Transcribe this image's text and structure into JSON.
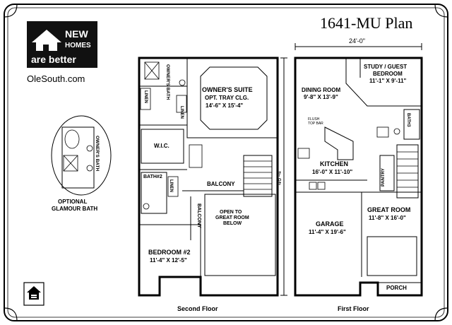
{
  "plan_title": "1641-MU Plan",
  "logo": {
    "line1": "NEW",
    "line2": "HOMES",
    "line3": "are better",
    "website": "OleSouth.com"
  },
  "dimensions": {
    "width": "24'-0\"",
    "depth": "46'-4\""
  },
  "second_floor": {
    "label": "Second Floor",
    "rooms": {
      "owners_suite": {
        "name": "OWNER'S SUITE",
        "note": "OPT. TRAY CLG.",
        "size": "14'-6\" X 15'-4\""
      },
      "owners_bath": "OWNER'S BATH",
      "linen_1": "LINEN",
      "linen_2": "LINEN",
      "linen_3": "LINEN",
      "wic": "W.I.C.",
      "bath2": "BATH#2",
      "balcony_1": "BALCONY",
      "balcony_2": "BALCONY",
      "open_to": {
        "line1": "OPEN TO",
        "line2": "GREAT ROOM",
        "line3": "BELOW"
      },
      "bedroom2": {
        "name": "BEDROOM #2",
        "size": "11'-4\" X 12'-5\""
      }
    }
  },
  "first_floor": {
    "label": "First Floor",
    "rooms": {
      "study": {
        "name": "STUDY / GUEST",
        "name2": "BEDROOM",
        "size": "11'-1\" X 9'-11\""
      },
      "dining": {
        "name": "DINING ROOM",
        "size": "9'-8\" X 13'-9\""
      },
      "flush": {
        "line1": "FLUSH",
        "line2": "TOP BAR"
      },
      "bath3": "BATH3",
      "kitchen": {
        "name": "KITCHEN",
        "size": "16'-0\" X 11'-10\""
      },
      "pantry": "PANTRY",
      "garage": {
        "name": "GARAGE",
        "size": "11'-4\" X 19'-6\""
      },
      "great_room": {
        "name": "GREAT ROOM",
        "size": "11'-8\" X 16'-0\""
      },
      "porch": "PORCH"
    }
  },
  "optional": {
    "bath_label": "OWNER'S BATH",
    "caption_line1": "OPTIONAL",
    "caption_line2": "GLAMOUR BATH"
  }
}
